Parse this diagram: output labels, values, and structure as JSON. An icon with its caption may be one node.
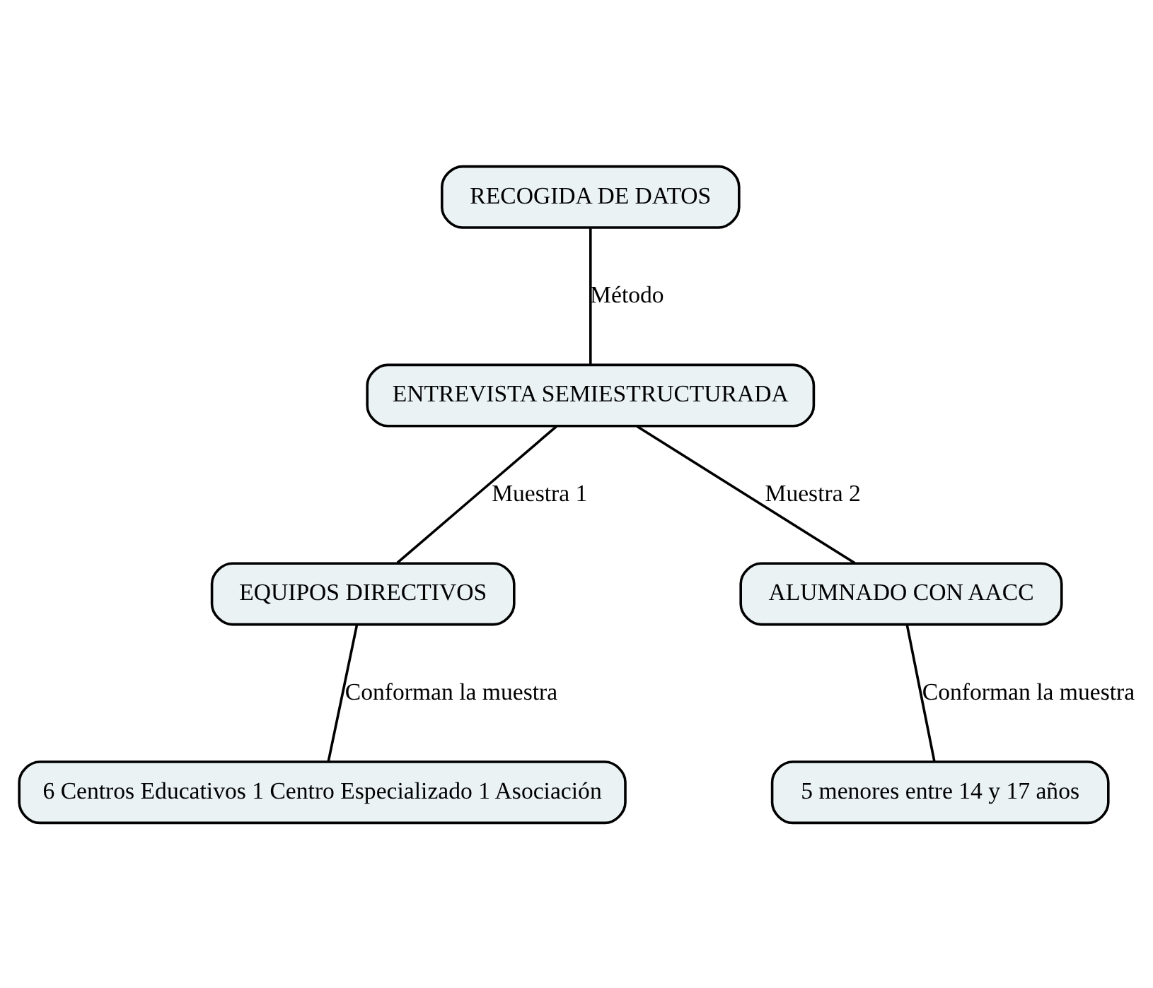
{
  "diagram": {
    "nodes": [
      {
        "text": [
          "RECOGIDA DE DATOS"
        ]
      },
      {
        "text": [
          "ENTREVISTA SEMIESTRUCTURADA"
        ]
      },
      {
        "text": [
          "EQUIPOS DIRECTIVOS"
        ]
      },
      {
        "text": [
          "ALUMNADO CON AACC"
        ]
      },
      {
        "text": [
          "6 Centros Educativos 1 Centro Especializado 1 Asociación"
        ]
      },
      {
        "text": [
          "5 menores entre 14 y 17 años"
        ]
      }
    ],
    "edges": [
      {
        "from": 0,
        "to": 1,
        "arrow": "none",
        "label": "Método"
      },
      {
        "from": 1,
        "to": 2,
        "arrow": "none",
        "label": "Muestra 1"
      },
      {
        "from": 1,
        "to": 3,
        "arrow": "none",
        "label": "Muestra 2"
      },
      {
        "from": 2,
        "to": 4,
        "arrow": "none",
        "label": "Conforman la muestra"
      },
      {
        "from": 3,
        "to": 5,
        "arrow": "none",
        "label": "Conforman la muestra"
      }
    ]
  }
}
